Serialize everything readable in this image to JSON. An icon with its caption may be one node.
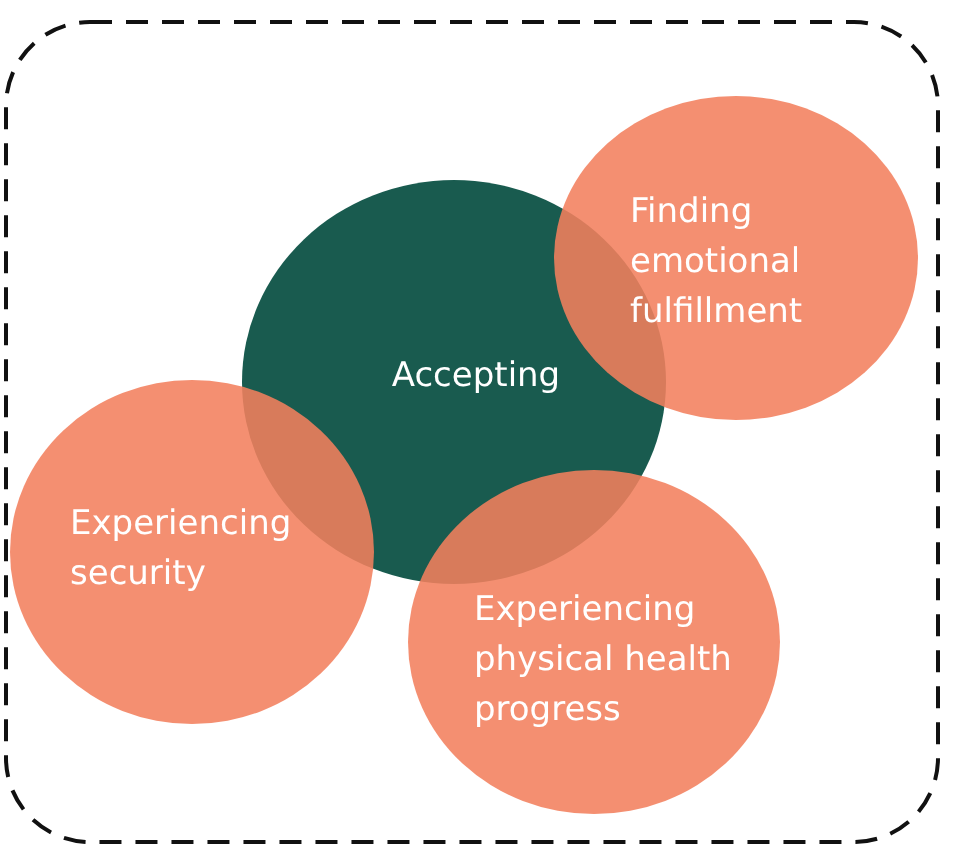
{
  "diagram": {
    "nodes": [
      {
        "text": [],
        "shape": "box"
      },
      {
        "text": [
          "Accepting"
        ],
        "in": 0
      },
      {
        "text": [
          "Finding emotional fulfillment"
        ],
        "in": 0
      },
      {
        "text": [
          "Experiencing security"
        ],
        "in": 0
      },
      {
        "text": [
          "Experiencing physical health progress"
        ],
        "in": 0
      }
    ],
    "edges": []
  }
}
